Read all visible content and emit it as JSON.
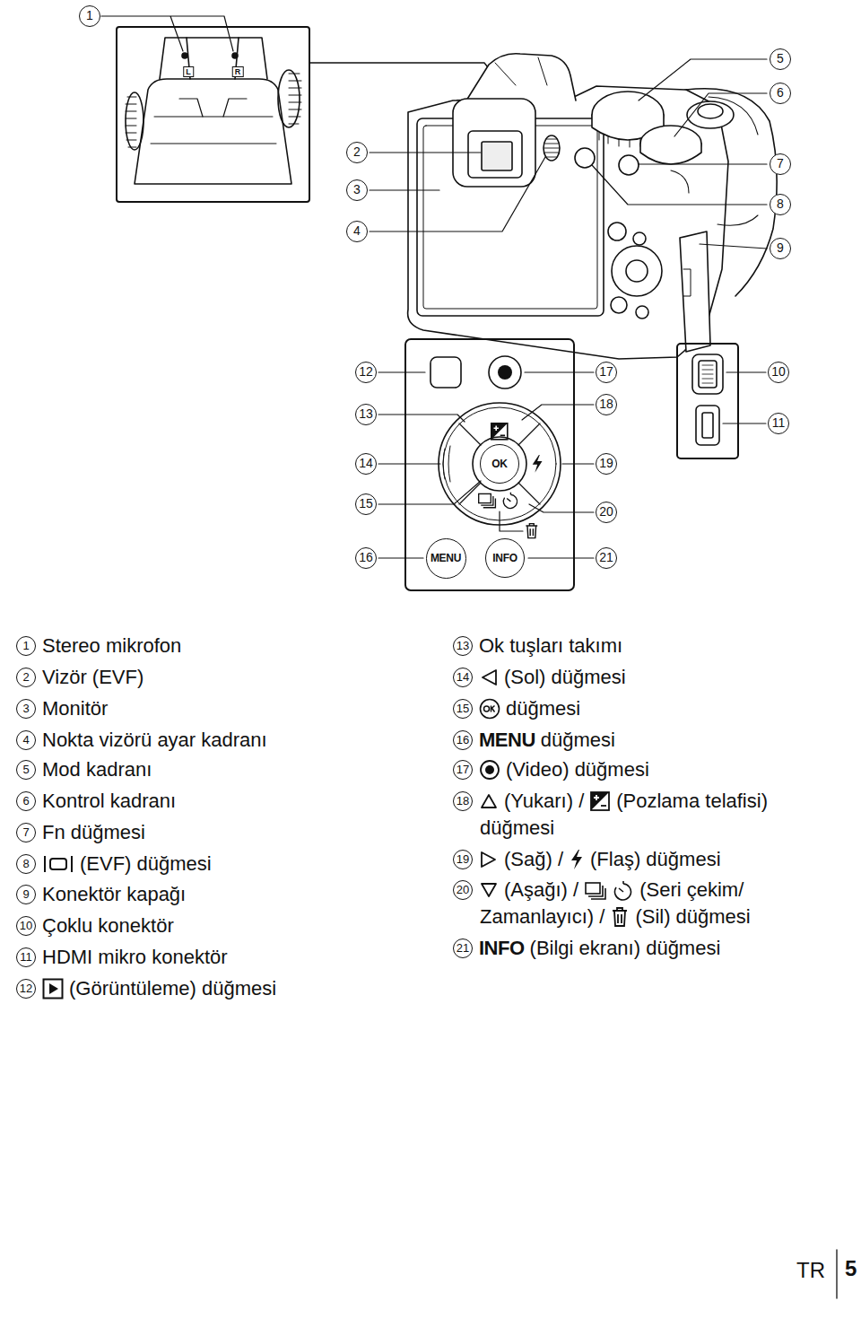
{
  "diagram": {
    "nodes": [
      {
        "text": [
          "OK"
        ]
      },
      {
        "text": [
          "MENU"
        ]
      },
      {
        "text": [
          "INFO"
        ]
      }
    ],
    "labels": [
      "1",
      "2",
      "3",
      "4",
      "5",
      "6",
      "7",
      "8",
      "9",
      "10",
      "11",
      "12",
      "13",
      "14",
      "15",
      "16",
      "17",
      "18",
      "19",
      "20",
      "21",
      "L",
      "R",
      "1",
      "Stereo mikrofon",
      "2",
      "Vizör (EVF)",
      "3",
      "Monitör",
      "4",
      "Nokta vizörü ayar kadranı",
      "5",
      "Mod kadranı",
      "6",
      "Kontrol kadranı",
      "7",
      "Fn düğmesi",
      "8",
      "(EVF) düğmesi",
      "9",
      "Konektör kapağı",
      "10",
      "Çoklu konektör",
      "11",
      "HDMI mikro konektör",
      "12",
      "(Görüntüleme) düğmesi",
      "13",
      "Ok tuşları takımı",
      "14",
      "(Sol) düğmesi",
      "15",
      "düğmesi",
      "16",
      "MENU",
      "düğmesi",
      "17",
      "(Video) düğmesi",
      "18",
      "(Yukarı) /",
      "(Pozlama telafisi)",
      "düğmesi",
      "19",
      "(Sağ) /",
      "(Flaş) düğmesi",
      "20",
      "(Aşağı) /",
      "(Seri çekim/",
      "Zamanlayıcı) /",
      "(Sil) düğmesi",
      "21",
      "INFO",
      "(Bilgi ekranı) düğmesi",
      "TR",
      "5"
    ]
  }
}
